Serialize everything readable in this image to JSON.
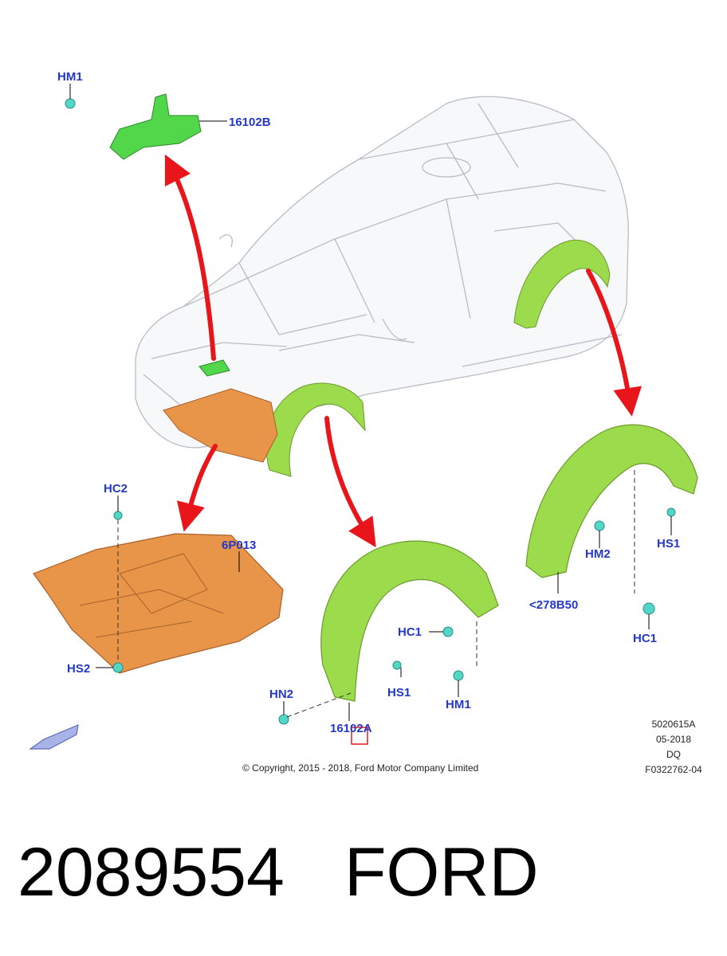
{
  "callouts": {
    "hm1_top": "HM1",
    "part_16102b": "16102B",
    "hc2": "HC2",
    "part_6p013": "6P013",
    "hs2": "HS2",
    "hc1_front": "HC1",
    "hs1_front": "HS1",
    "hm1_front": "HM1",
    "hn2": "HN2",
    "part_16102a": "16102A",
    "hm2": "HM2",
    "hs1_rear": "HS1",
    "part_278b50": "<278B50",
    "hc1_rear": "HC1"
  },
  "meta": {
    "code": "5020615A",
    "date": "05-2018",
    "dq": "DQ",
    "figure_id": "F0322762-04",
    "copyright": "© Copyright, 2015 - 2018, Ford Motor Company Limited"
  },
  "footer": {
    "part_number": "2089554",
    "brand": "FORD"
  },
  "colors": {
    "callout_text": "#2438c8",
    "arrow_red": "#e8161a",
    "liner_green": "#9cdc4c",
    "shield_orange": "#e8954a",
    "bracket_green": "#52d64a",
    "fastener_cyan": "#52d6c6"
  },
  "icons": [
    "front-direction-arrow-icon",
    "fastener-clip-icon"
  ]
}
